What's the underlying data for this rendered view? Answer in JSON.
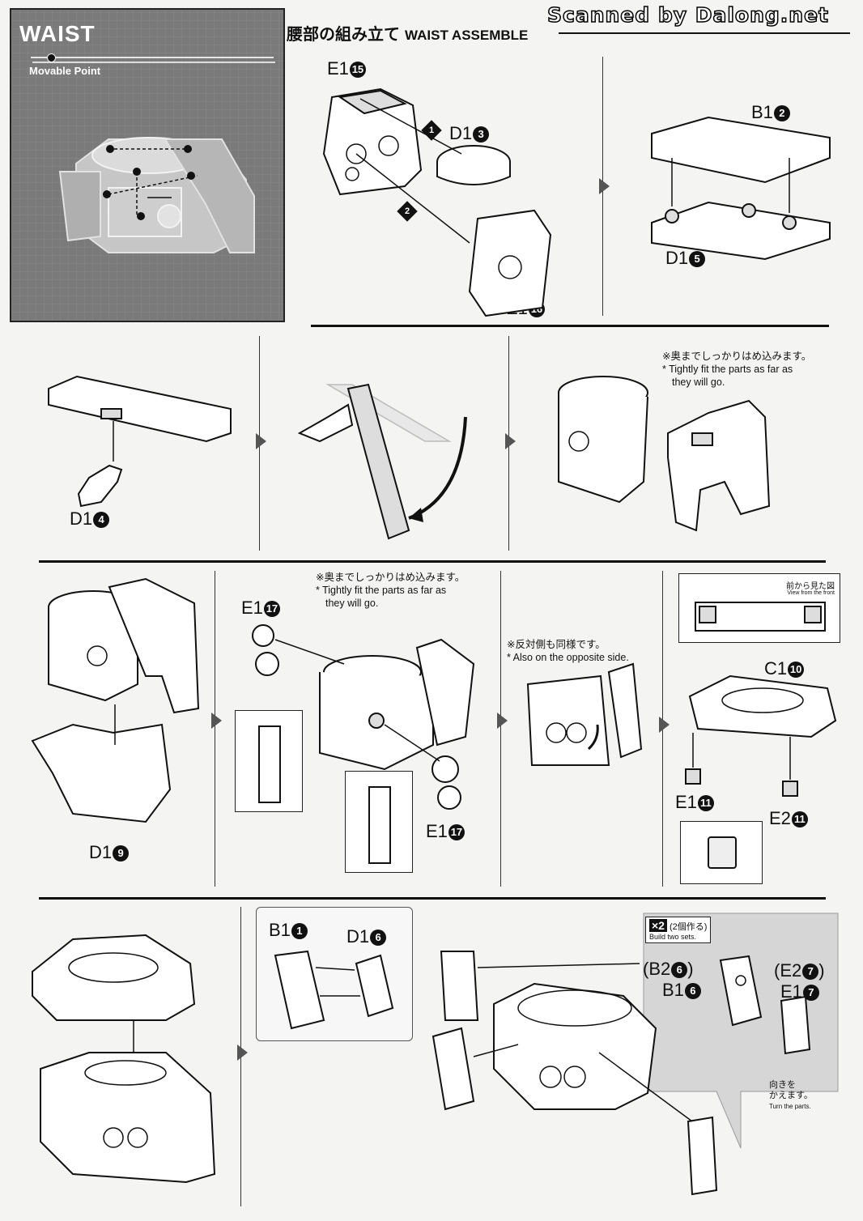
{
  "header": {
    "panel_title": "WAIST",
    "panel_subtitle": "Movable Point",
    "title_ja": "腰部の組み立て",
    "title_en": "WAIST ASSEMBLE",
    "scan_credit": "Scanned by Dalong.net"
  },
  "step1": {
    "labels": [
      {
        "code": "E1",
        "num": "15"
      },
      {
        "code": "D1",
        "num": "3"
      },
      {
        "code": "E1",
        "num": "16"
      }
    ],
    "order_marks": [
      "1",
      "2"
    ]
  },
  "step2": {
    "labels": [
      {
        "code": "B1",
        "num": "2"
      },
      {
        "code": "D1",
        "num": "5"
      }
    ]
  },
  "step3": {
    "labels": [
      {
        "code": "D1",
        "num": "4"
      }
    ]
  },
  "step5": {
    "note_ja": "※奥までしっかりはめ込みます。",
    "note_en_1": "* Tightly fit the parts as far as",
    "note_en_2": "they will go."
  },
  "step6": {
    "labels": [
      {
        "code": "D1",
        "num": "9"
      }
    ]
  },
  "step7": {
    "note_ja": "※奥までしっかりはめ込みます。",
    "note_en_1": "* Tightly fit the parts as far as",
    "note_en_2": "they will go.",
    "labels": [
      {
        "code": "E1",
        "num": "17"
      },
      {
        "code": "E1",
        "num": "17"
      }
    ]
  },
  "step8": {
    "note_ja": "※反対側も同様です。",
    "note_en": "* Also on the opposite side."
  },
  "step9": {
    "view_ja": "前から見た図",
    "view_en": "View from the front",
    "labels": [
      {
        "code": "C1",
        "num": "10"
      },
      {
        "code": "E1",
        "num": "11"
      },
      {
        "code": "E2",
        "num": "11"
      }
    ]
  },
  "step11": {
    "labels": [
      {
        "code": "B1",
        "num": "1"
      },
      {
        "code": "D1",
        "num": "6"
      }
    ]
  },
  "step12": {
    "x2_label": "×2",
    "x2_ja": "(2個作る)",
    "x2_en": "Build two sets.",
    "labels": [
      {
        "code": "(B2",
        "num": "6",
        "suffix": ")"
      },
      {
        "code": "B1",
        "num": "6",
        "suffix": ""
      },
      {
        "code": "(E2",
        "num": "7",
        "suffix": ")"
      },
      {
        "code": "E1",
        "num": "7",
        "suffix": ""
      }
    ],
    "turn_ja_1": "向きを",
    "turn_ja_2": "かえます。",
    "turn_en": "Turn the parts."
  }
}
